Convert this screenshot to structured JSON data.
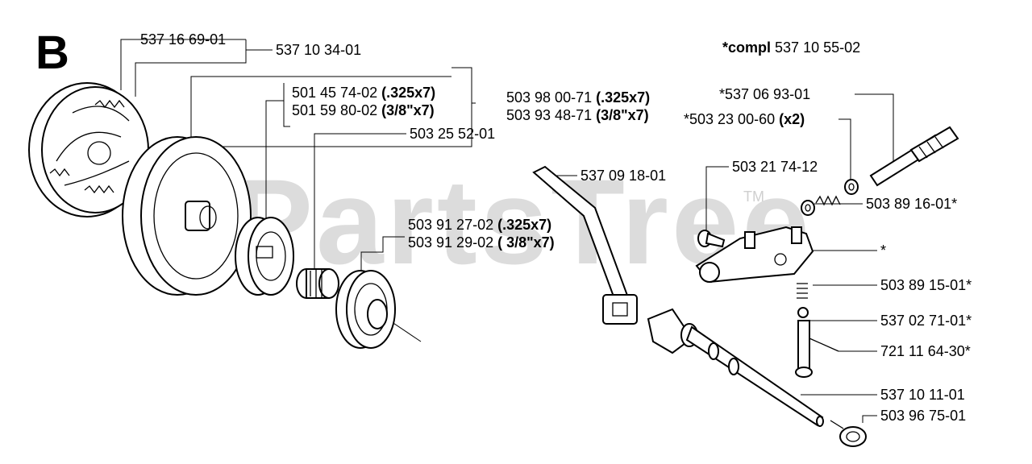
{
  "section_letter": "B",
  "watermark": "PartsTree",
  "trademark": "TM",
  "labels": {
    "l01": {
      "num": "537 16 69-01",
      "suffix": ""
    },
    "l02": {
      "num": "537 10 34-01",
      "suffix": ""
    },
    "l03": {
      "num": "501 45 74-02",
      "suffix": "(.325x7)"
    },
    "l04": {
      "num": "501 59 80-02",
      "suffix": "(3/8\"x7)"
    },
    "l05": {
      "num": "503 98 00-71",
      "suffix": "(.325x7)"
    },
    "l06": {
      "num": "503 93 48-71",
      "suffix": "(3/8\"x7)"
    },
    "l07": {
      "num": "503 25 52-01",
      "suffix": ""
    },
    "l08": {
      "num": "503 91 27-02",
      "suffix": "(.325x7)"
    },
    "l09": {
      "num": "503 91 29-02",
      "suffix": "( 3/8\"x7)"
    },
    "l10": {
      "num": "537 09 18-01",
      "suffix": ""
    },
    "l11": {
      "prefix": "*compl",
      "num": "537 10 55-02"
    },
    "l12": {
      "num": "*537 06 93-01",
      "suffix": ""
    },
    "l13": {
      "num": "*503 23 00-60",
      "suffix": "(x2)"
    },
    "l14": {
      "num": "503 21 74-12",
      "suffix": ""
    },
    "l15": {
      "num": "503 89 16-01*",
      "suffix": ""
    },
    "l16": {
      "num": "*",
      "suffix": ""
    },
    "l17": {
      "num": "503 89 15-01*",
      "suffix": ""
    },
    "l18": {
      "num": "537 02 71-01*",
      "suffix": ""
    },
    "l19": {
      "num": "721 11 64-30*",
      "suffix": ""
    },
    "l20": {
      "num": "537 10 11-01",
      "suffix": ""
    },
    "l21": {
      "num": "503 96 75-01",
      "suffix": ""
    }
  }
}
